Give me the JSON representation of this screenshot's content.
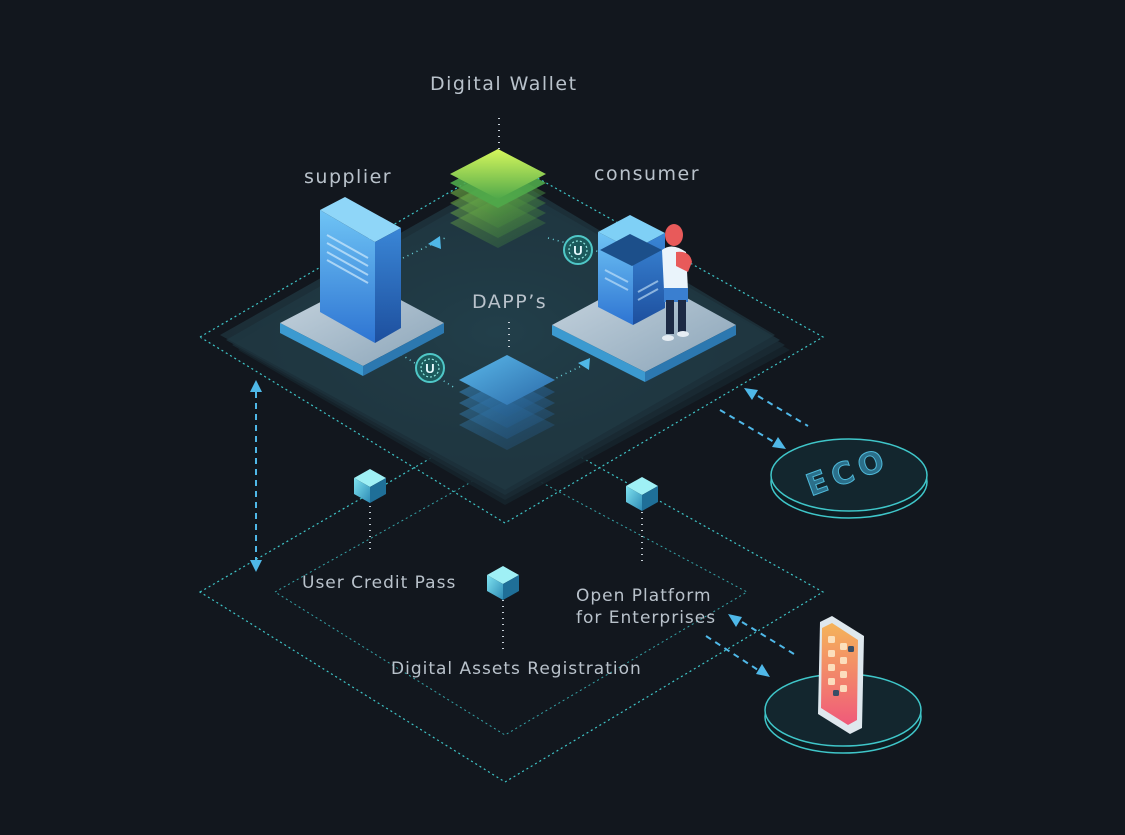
{
  "labels": {
    "digital_wallet": "Digital Wallet",
    "supplier": "supplier",
    "consumer": "consumer",
    "dapps": "DAPP’s",
    "user_credit_pass": "User Credit Pass",
    "digital_assets_registration": "Digital Assets Registration",
    "open_platform_line1": "Open Platform",
    "open_platform_line2": "for Enterprises",
    "eco": "ECO"
  },
  "token_badge": "U",
  "colors": {
    "background": "#12171e",
    "frame_line": "#3fc6c9",
    "arrow": "#4fb8e8",
    "wallet_top": "#c8f05a",
    "wallet_bottom": "#3a7d4c",
    "dapp_top": "#4aa8e0",
    "server_front": "#3b8fe0",
    "label_text": "#b9c2cb",
    "phone_screen": "#f7705a"
  },
  "icons": [
    "server-icon",
    "terminal-icon",
    "person-icon",
    "token-icon",
    "cube-icon",
    "phone-icon",
    "eco-disc-icon"
  ]
}
